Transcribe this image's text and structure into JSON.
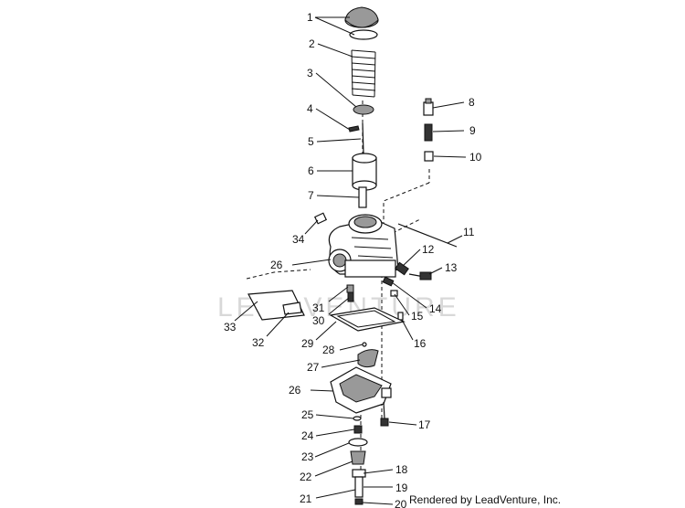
{
  "watermark": "LEADVENTURE",
  "credit": "Rendered by LeadVenture, Inc.",
  "callouts": [
    "1",
    "2",
    "3",
    "4",
    "5",
    "6",
    "7",
    "8",
    "9",
    "10",
    "11",
    "12",
    "13",
    "14",
    "15",
    "16",
    "17",
    "18",
    "19",
    "20",
    "21",
    "22",
    "23",
    "24",
    "25",
    "26",
    "26",
    "27",
    "28",
    "29",
    "30",
    "31",
    "32",
    "33",
    "34"
  ]
}
